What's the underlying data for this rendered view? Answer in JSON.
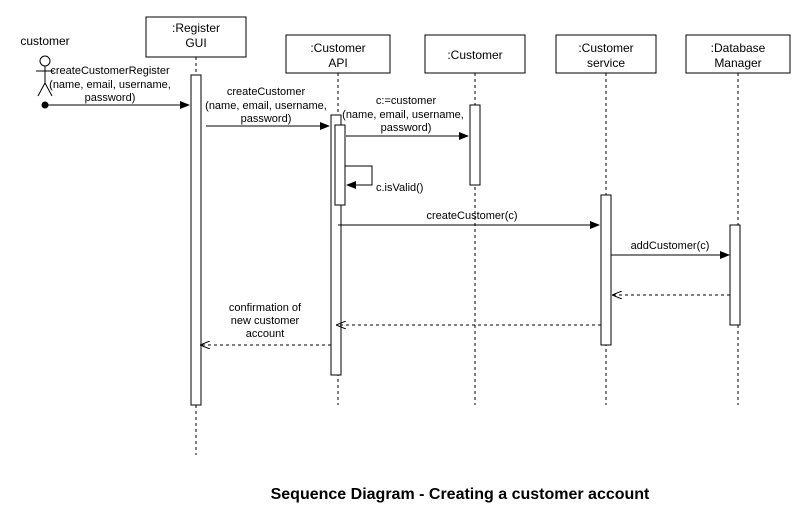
{
  "actor": {
    "label": "customer"
  },
  "participants": [
    {
      "id": "gui",
      "lines": [
        ":Register",
        "GUI"
      ]
    },
    {
      "id": "api",
      "lines": [
        ":Customer",
        "API"
      ]
    },
    {
      "id": "customer",
      "lines": [
        ":Customer"
      ]
    },
    {
      "id": "service",
      "lines": [
        ":Customer",
        "service"
      ]
    },
    {
      "id": "db",
      "lines": [
        ":Database",
        "Manager"
      ]
    }
  ],
  "messages": [
    {
      "id": "m1",
      "type": "sync",
      "lines": [
        "createCustomerRegister",
        "(name, email, username,",
        "password)"
      ]
    },
    {
      "id": "m2",
      "type": "sync",
      "lines": [
        "createCustomer",
        "(name, email, username,",
        "password)"
      ]
    },
    {
      "id": "m3",
      "type": "sync",
      "lines": [
        "c:=customer",
        "(name, email, username,",
        "password)"
      ]
    },
    {
      "id": "m4",
      "type": "self",
      "lines": [
        "c.isValid()"
      ]
    },
    {
      "id": "m5",
      "type": "sync",
      "lines": [
        "createCustomer(c)"
      ]
    },
    {
      "id": "m6",
      "type": "sync",
      "lines": [
        "addCustomer(c)"
      ]
    },
    {
      "id": "m7",
      "type": "return",
      "lines": []
    },
    {
      "id": "m8",
      "type": "return",
      "lines": []
    },
    {
      "id": "m9",
      "type": "return",
      "lines": [
        "confirmation of",
        "new customer",
        "account"
      ]
    }
  ],
  "footer": {
    "title": "Sequence Diagram - Creating a customer account"
  }
}
